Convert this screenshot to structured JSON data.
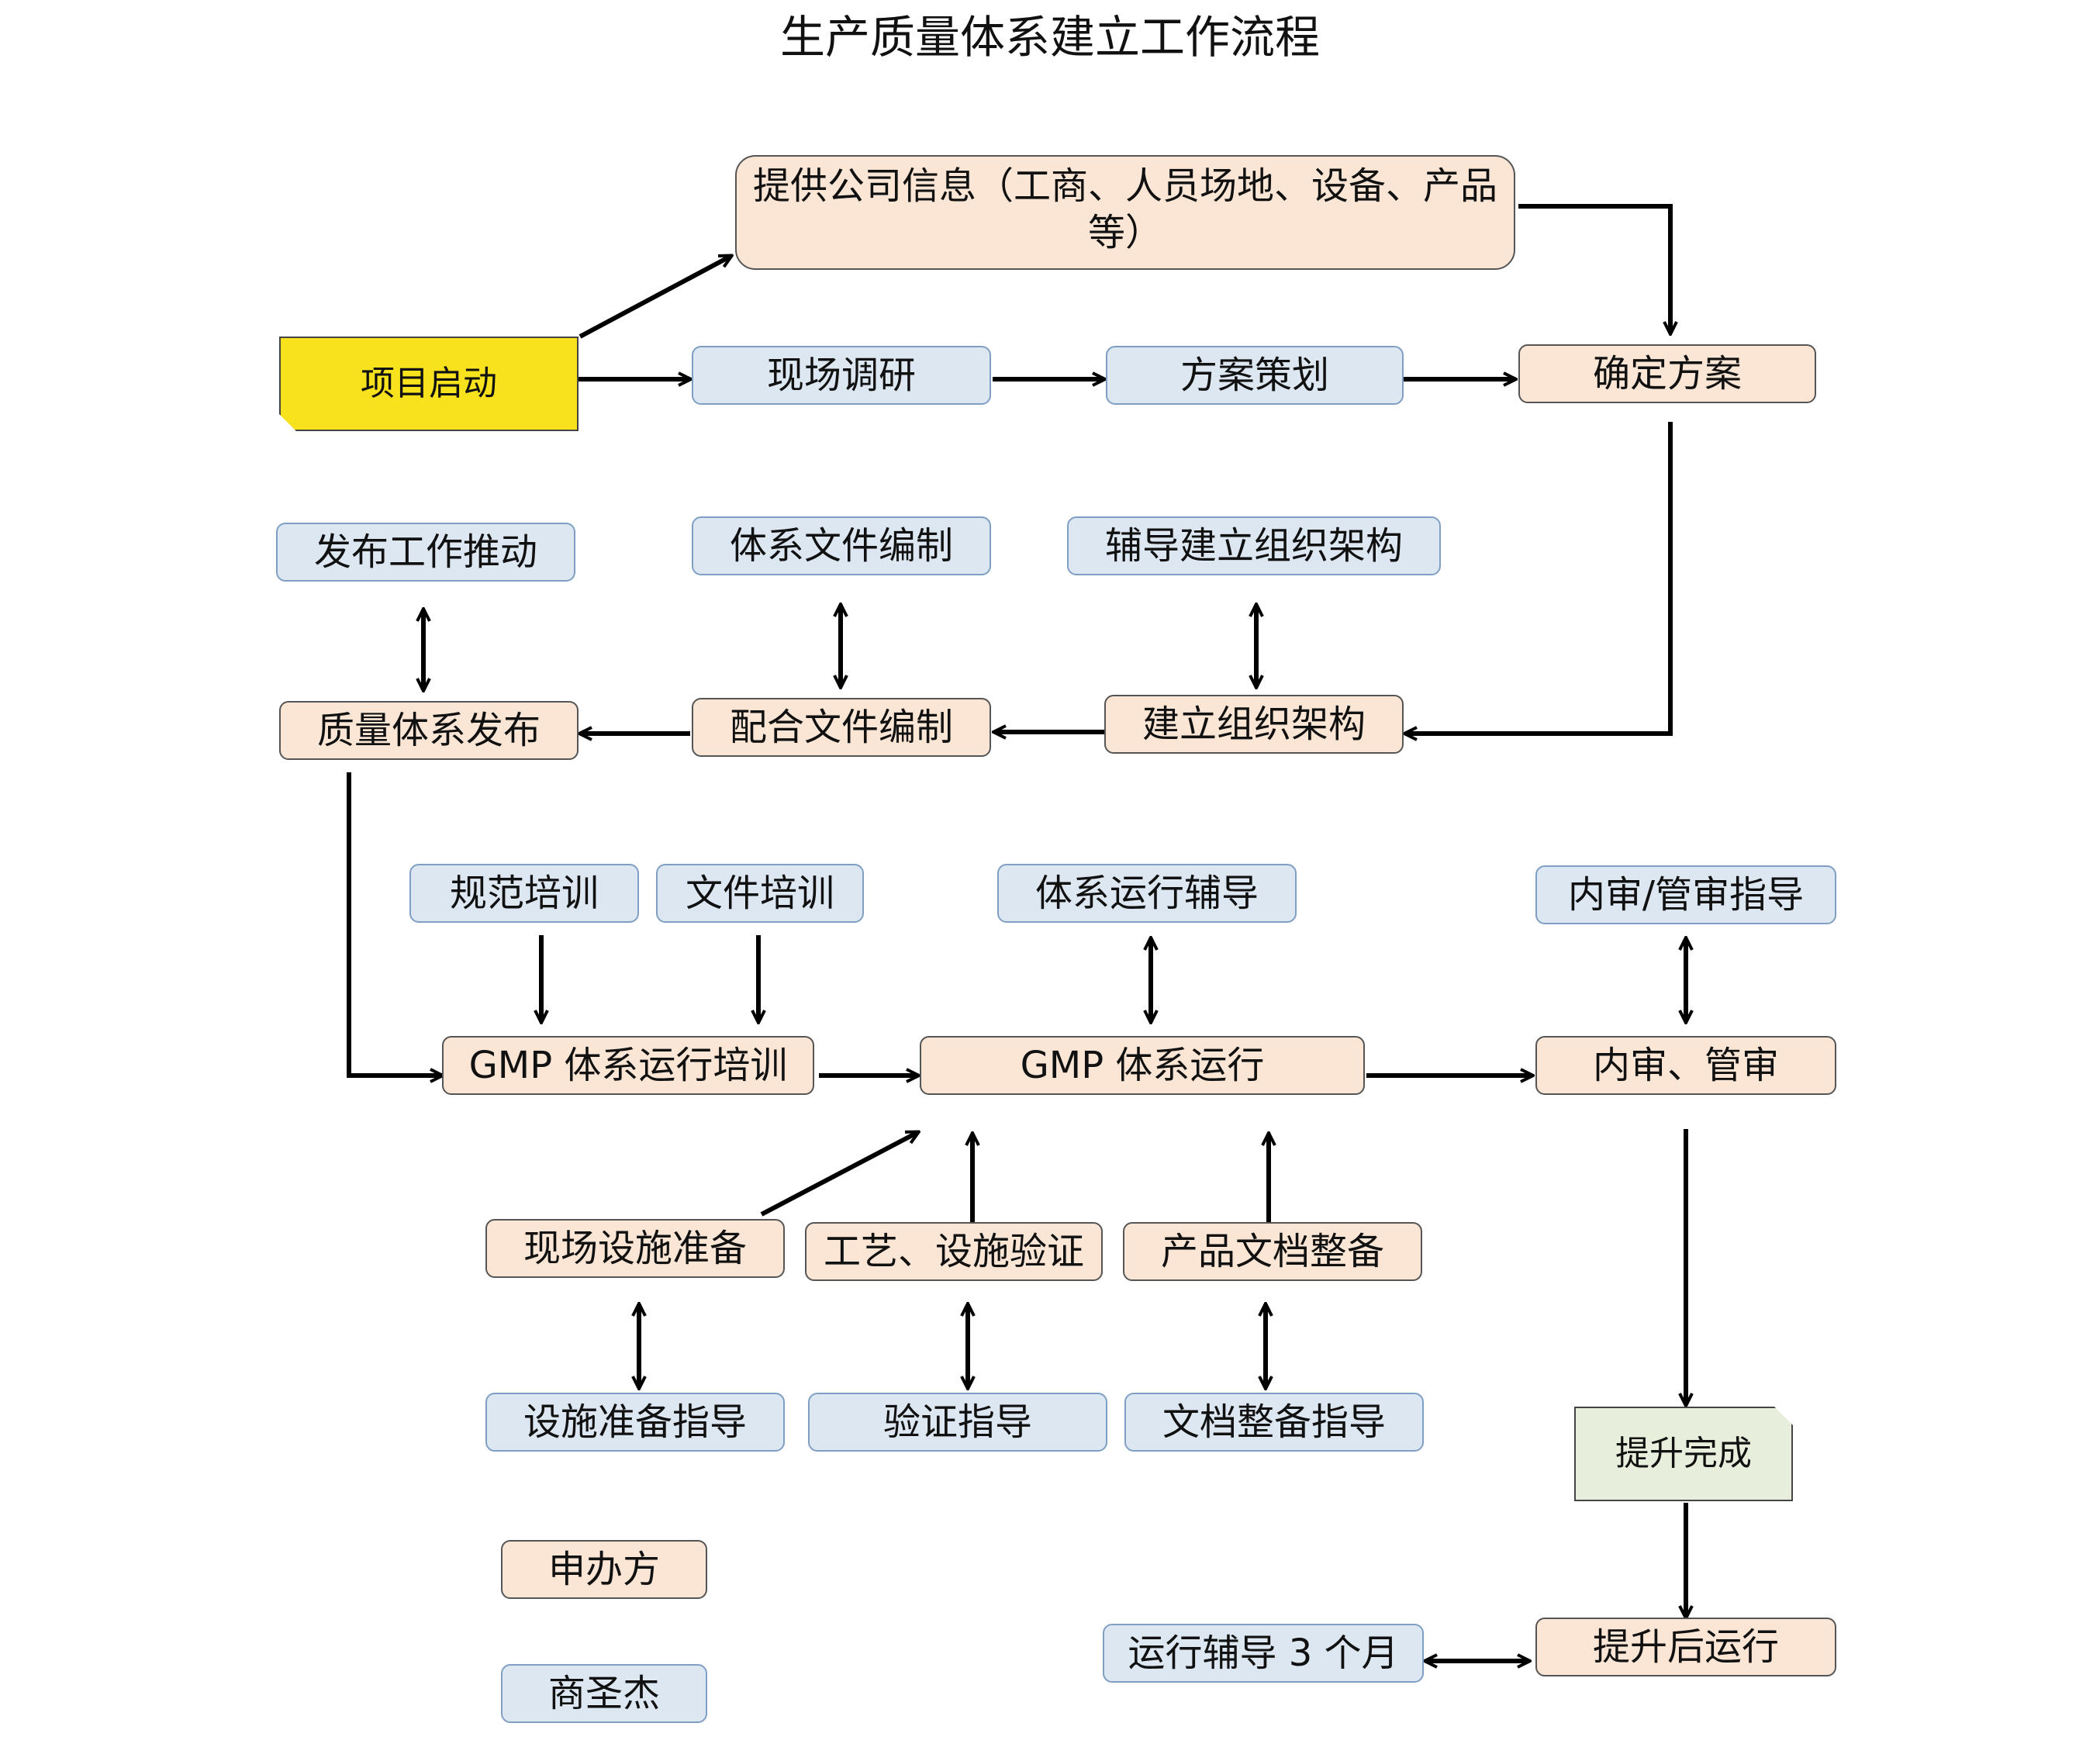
{
  "title": "生产质量体系建立工作流程",
  "nodes": {
    "info": "提供公司信息（工商、人员场地、设备、产品等）",
    "start": "项目启动",
    "survey": "现场调研",
    "plan": "方案策划",
    "confirm": "确定方案",
    "publish_promote": "发布工作推动",
    "doc_compile": "体系文件编制",
    "org_guide": "辅导建立组织架构",
    "qs_publish": "质量体系发布",
    "doc_assist": "配合文件编制",
    "org_build": "建立组织架构",
    "std_training": "规范培训",
    "file_training": "文件培训",
    "run_guide": "体系运行辅导",
    "audit_guide": "内审/管审指导",
    "gmp_training": "GMP 体系运行培训",
    "gmp_run": "GMP 体系运行",
    "audit": "内审、管审",
    "site_prep": "现场设施准备",
    "validation": "工艺、设施验证",
    "product_docs": "产品文档整备",
    "facility_guide": "设施准备指导",
    "verify_guide": "验证指导",
    "doc_guide": "文档整备指导",
    "complete": "提升完成",
    "run_3m": "运行辅导 3 个月",
    "post_run": "提升后运行"
  },
  "legend": {
    "applicant": "申办方",
    "provider": "商圣杰"
  },
  "colors": {
    "applicant_fill": "#fbe6d6",
    "provider_fill": "#dce7f1",
    "start_fill": "#f8e11d",
    "complete_fill": "#e7eedc",
    "arrow": "#000000"
  }
}
